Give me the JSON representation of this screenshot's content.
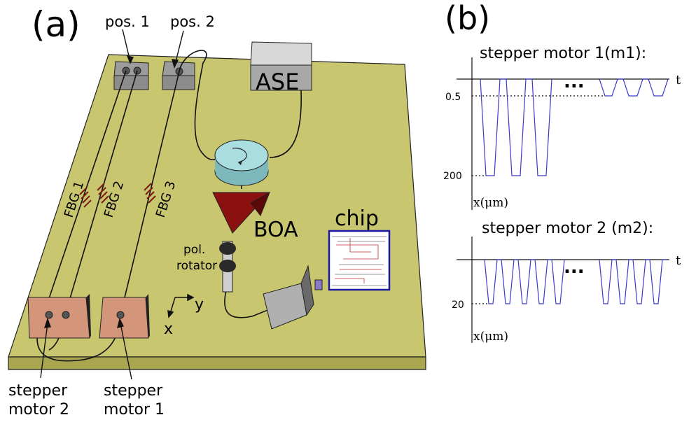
{
  "panel_a": {
    "label": "(a)",
    "pos1": "pos. 1",
    "pos2": "pos. 2",
    "ase": "ASE",
    "fbg1": "FBG 1",
    "fbg2": "FBG 2",
    "fbg3": "FBG 3",
    "boa": "BOA",
    "chip": "chip",
    "pol_rotator_line1": "pol.",
    "pol_rotator_line2": "rotator",
    "axis_y": "y",
    "axis_x": "x",
    "motor2_line1": "stepper",
    "motor2_line2": "motor 2",
    "motor1_line1": "stepper",
    "motor1_line2": "motor 1"
  },
  "panel_b": {
    "label": "(b)",
    "m1": {
      "title": "stepper motor 1(m1):",
      "t_label": "t",
      "tick_small": "0.5",
      "tick_large": "200",
      "y_axis_label": "x(μm)",
      "ellipsis": "..."
    },
    "m2": {
      "title": "stepper motor 2 (m2):",
      "t_label": "t",
      "tick": "20",
      "y_axis_label": "x(μm)",
      "ellipsis": "..."
    }
  },
  "colors": {
    "board_top": "#c9c670",
    "board_side": "#a9a64f",
    "waveform": "#3a3ac8",
    "boa": "#8b1010",
    "circulator": "#a9dde0",
    "motor": "#d4967a",
    "chip_border": "#1a1aa0"
  }
}
